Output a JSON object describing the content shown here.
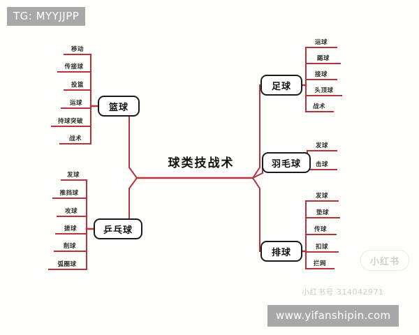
{
  "page": {
    "title": "球类技战术",
    "background_color": "#fffefb",
    "line_color": "#b4333f",
    "node_border_color": "#1b1b1b"
  },
  "watermarks": {
    "tag_badge": "TG: MYYJJPP",
    "site_badge": "www.yifanshipin.com",
    "xhs_logo": "小红书",
    "xhs_id": "小红书号 314042971"
  },
  "mindmap": {
    "root": "球类技战术",
    "branches": [
      {
        "id": "basketball",
        "label": "篮球",
        "side": "left",
        "leaves": [
          "移动",
          "传接球",
          "投篮",
          "运球",
          "持球突破",
          "战术"
        ]
      },
      {
        "id": "pingpong",
        "label": "乒乓球",
        "side": "left",
        "leaves": [
          "发球",
          "推挡球",
          "攻球",
          "搓球",
          "削球",
          "弧圈球"
        ]
      },
      {
        "id": "football",
        "label": "足球",
        "side": "right",
        "leaves": [
          "运球",
          "踢球",
          "接球",
          "头顶球",
          "战术"
        ]
      },
      {
        "id": "badminton",
        "label": "羽毛球",
        "side": "right",
        "leaves": [
          "发球",
          "击球"
        ]
      },
      {
        "id": "volleyball",
        "label": "排球",
        "side": "right",
        "leaves": [
          "发球",
          "垫球",
          "传球",
          "扣球",
          "拦网"
        ]
      }
    ]
  }
}
